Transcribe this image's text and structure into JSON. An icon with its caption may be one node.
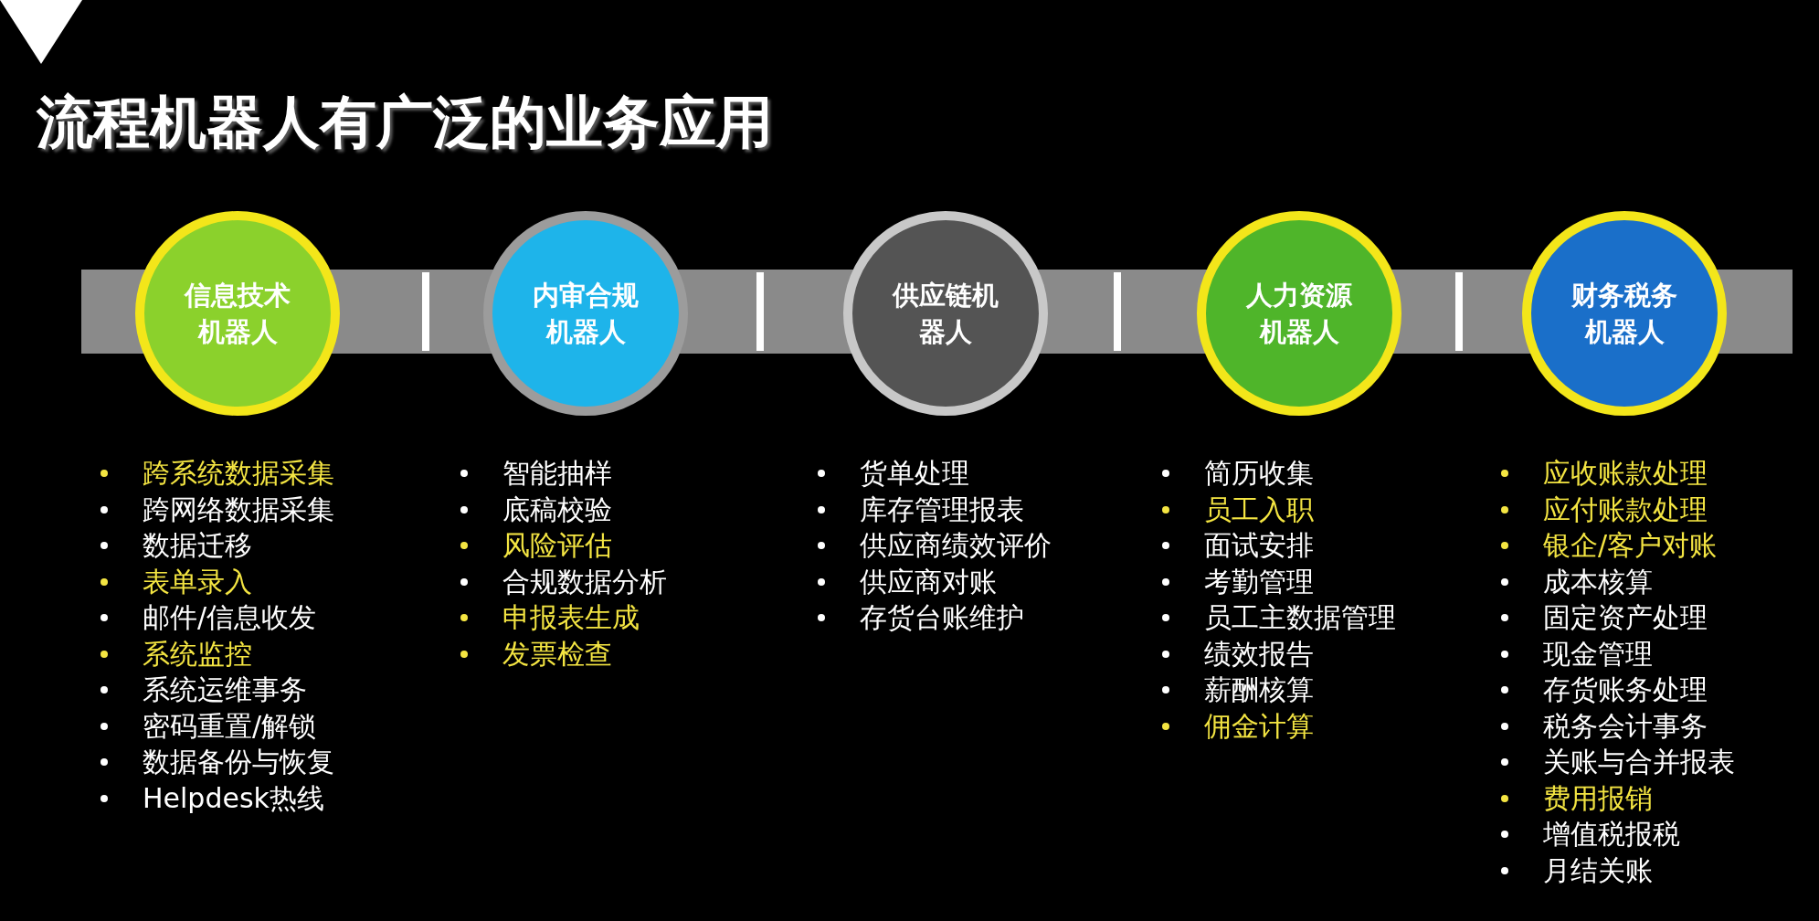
{
  "diagram": {
    "title": "流程机器人有广泛的业务应用",
    "nodes": [
      {
        "text": [
          "信息技术机器人"
        ],
        "beside": [
          "跨系统数据采集",
          "跨网络数据采集",
          "数据迁移",
          "表单录入",
          "邮件/信息收发",
          "系统监控",
          "系统运维事务",
          "密码重置/解锁",
          "数据备份与恢复",
          "Helpdesk热线"
        ]
      },
      {
        "text": [
          "内审合规机器人"
        ],
        "beside": [
          "智能抽样",
          "底稿校验",
          "风险评估",
          "合规数据分析",
          "申报表生成",
          "发票检查"
        ]
      },
      {
        "text": [
          "供应链机器人"
        ],
        "beside": [
          "货单处理",
          "库存管理报表",
          "供应商绩效评价",
          "供应商对账",
          "存货台账维护"
        ]
      },
      {
        "text": [
          "人力资源机器人"
        ],
        "beside": [
          "简历收集",
          "员工入职",
          "面试安排",
          "考勤管理",
          "员工主数据管理",
          "绩效报告",
          "薪酬核算",
          "佣金计算"
        ]
      },
      {
        "text": [
          "财务税务机器人"
        ],
        "beside": [
          "应收账款处理",
          "应付账款处理",
          "银企/客户对账",
          "成本核算",
          "固定资产处理",
          "现金管理",
          "存货账务处理",
          "税务会计事务",
          "关账与合并报表",
          "费用报销",
          "增值税报税",
          "月结关账"
        ]
      }
    ],
    "edges": []
  }
}
